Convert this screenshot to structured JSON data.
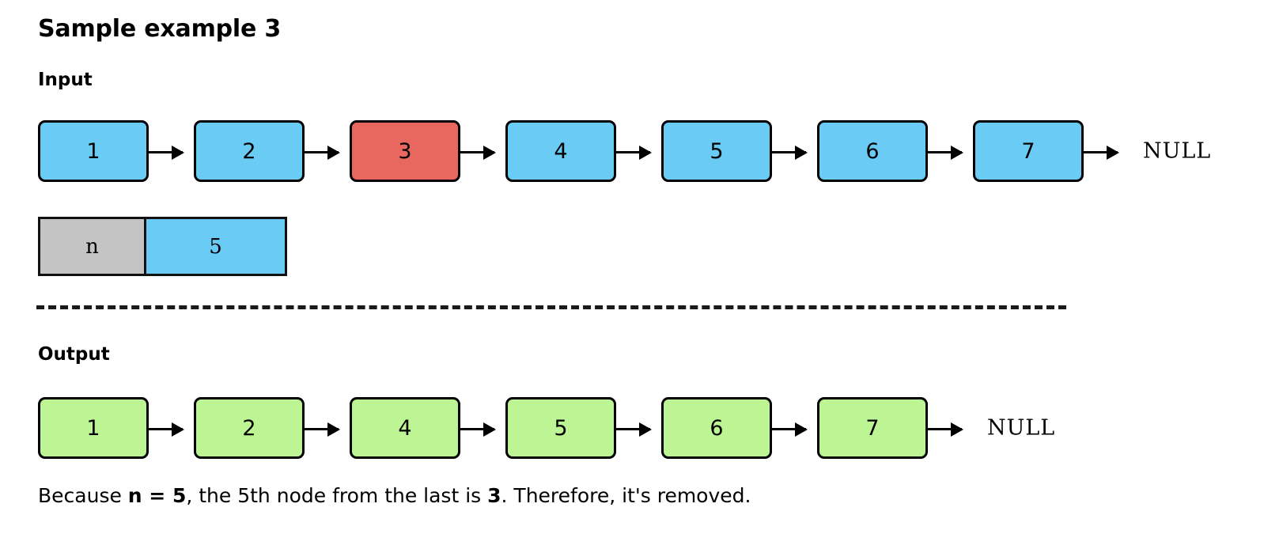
{
  "title": "Sample example 3",
  "sections": {
    "input_label": "Input",
    "output_label": "Output"
  },
  "colors": {
    "node_blue": "#6ACBF5",
    "node_red": "#E8675F",
    "node_green": "#BDF594",
    "var_key_gray": "#C4C4C4",
    "stroke": "#000000",
    "background": "#FFFFFF"
  },
  "input_list": {
    "nodes": [
      {
        "value": "1",
        "color": "blue"
      },
      {
        "value": "2",
        "color": "blue"
      },
      {
        "value": "3",
        "color": "red"
      },
      {
        "value": "4",
        "color": "blue"
      },
      {
        "value": "5",
        "color": "blue"
      },
      {
        "value": "6",
        "color": "blue"
      },
      {
        "value": "7",
        "color": "blue"
      }
    ],
    "terminator": "NULL"
  },
  "output_list": {
    "nodes": [
      {
        "value": "1",
        "color": "green"
      },
      {
        "value": "2",
        "color": "green"
      },
      {
        "value": "4",
        "color": "green"
      },
      {
        "value": "5",
        "color": "green"
      },
      {
        "value": "6",
        "color": "green"
      },
      {
        "value": "7",
        "color": "green"
      }
    ],
    "terminator": "NULL"
  },
  "variable_box": {
    "key": "n",
    "value": "5"
  },
  "caption": {
    "part1": "Because ",
    "bold1": "n = 5",
    "part2": ", the 5th node from the last is ",
    "bold2": "3",
    "part3": ". Therefore, it's removed."
  }
}
